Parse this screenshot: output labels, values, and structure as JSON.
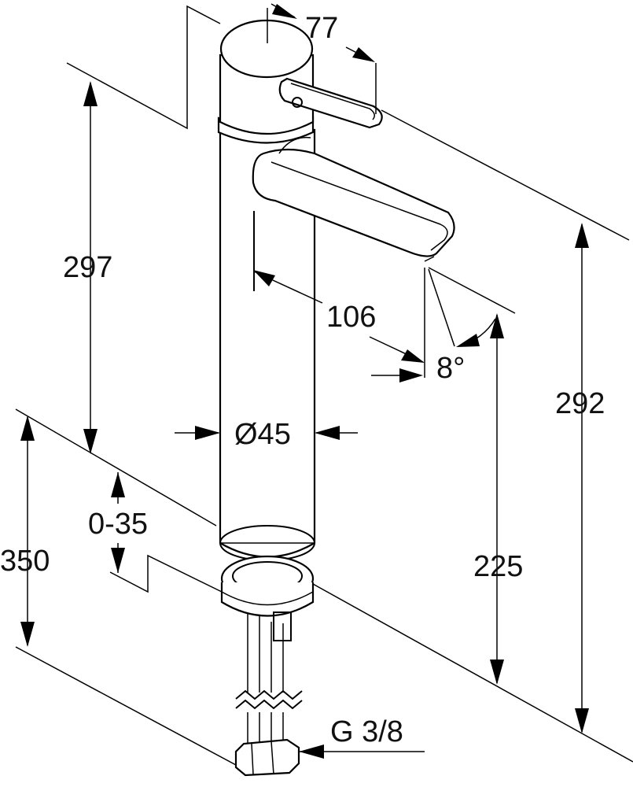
{
  "dimensions": {
    "handle_length": "77",
    "spout_height_total": "297",
    "spout_reach": "106",
    "spout_angle": "8°",
    "body_diameter": "Ø45",
    "deck_thickness_range": "0-35",
    "hose_length": "350",
    "outlet_height": "225",
    "overall_height": "292",
    "connection_thread": "G 3/8"
  }
}
